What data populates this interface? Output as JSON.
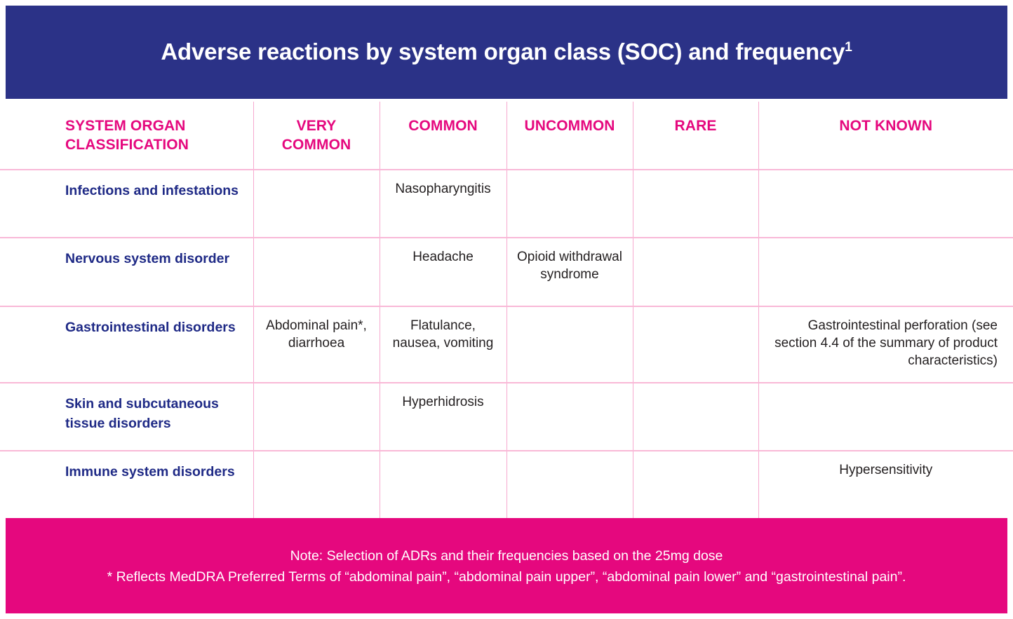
{
  "title": {
    "text": "Adverse reactions by system organ class (SOC) and frequency",
    "superscript": "1"
  },
  "table": {
    "columns": [
      {
        "label": "SYSTEM ORGAN CLASSIFICATION",
        "key": "soc"
      },
      {
        "label": "VERY COMMON",
        "key": "very_common"
      },
      {
        "label": "COMMON",
        "key": "common"
      },
      {
        "label": "UNCOMMON",
        "key": "uncommon"
      },
      {
        "label": "RARE",
        "key": "rare"
      },
      {
        "label": "NOT KNOWN",
        "key": "not_known"
      }
    ],
    "rows": [
      {
        "soc": "Infections and infestations",
        "very_common": "",
        "common": "Nasopharyngitis",
        "uncommon": "",
        "rare": "",
        "not_known": ""
      },
      {
        "soc": "Nervous system disorder",
        "very_common": "",
        "common": "Headache",
        "uncommon": "Opioid withdrawal syndrome",
        "rare": "",
        "not_known": ""
      },
      {
        "soc": "Gastrointestinal disorders",
        "very_common": "Abdominal pain*, diarrhoea",
        "common": "Flatulance, nausea, vomiting",
        "uncommon": "",
        "rare": "",
        "not_known": "Gastrointestinal perforation (see section 4.4 of the summary of product characteristics)"
      },
      {
        "soc": "Skin and subcutaneous tissue disorders",
        "very_common": "",
        "common": "Hyperhidrosis",
        "uncommon": "",
        "rare": "",
        "not_known": ""
      },
      {
        "soc": "Immune system disorders",
        "very_common": "",
        "common": "",
        "uncommon": "",
        "rare": "",
        "not_known": "Hypersensitivity"
      }
    ]
  },
  "footer": {
    "line1": "Note: Selection of ADRs and their frequencies based on the 25mg dose",
    "line2": "* Reflects MedDRA Preferred Terms of “abdominal pain”, “abdominal pain upper”, “abdominal pain lower” and “gastrointestinal pain”."
  },
  "colors": {
    "banner_navy": "#2B3287",
    "heading_pink": "#E5087E",
    "footer_pink": "#E5087E",
    "grid_pink": "#F7A9CF",
    "soc_text_navy": "#1F2A86",
    "body_text": "#231F20",
    "page_background": "#FFFFFF"
  }
}
